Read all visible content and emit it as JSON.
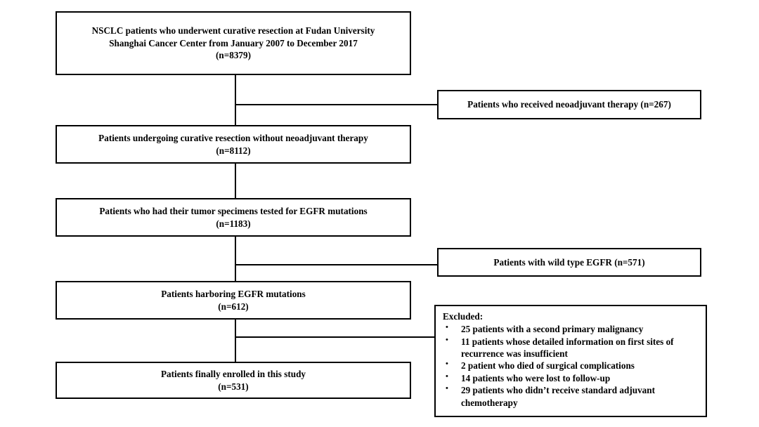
{
  "figure": {
    "type": "flowchart",
    "orientation": "vertical-with-right-exclusions"
  },
  "nodes": {
    "screened": {
      "line1": "NSCLC patients who underwent curative resection at Fudan University",
      "line2": "Shanghai Cancer Center from January 2007 to December 2017",
      "line3": "(n=8379)"
    },
    "no_neoadjuvant": {
      "line1": "Patients undergoing curative resection without neoadjuvant therapy",
      "line2": "(n=8112)"
    },
    "tested": {
      "line1": "Patients who had their tumor specimens tested for EGFR mutations",
      "line2": "(n=1183)"
    },
    "mutations": {
      "line1": "Patients harboring EGFR mutations",
      "line2": "(n=612)"
    },
    "enrolled": {
      "line1": "Patients finally enrolled in this study",
      "line2": "(n=531)"
    }
  },
  "exclusions": {
    "neoadjuvant": {
      "line1": "Patients who received neoadjuvant therapy (n=267)"
    },
    "wildtype": {
      "line1": "Patients with wild type EGFR (n=571)"
    },
    "excluded_box": {
      "title": "Excluded:",
      "items": [
        "25 patients with a second primary malignancy",
        "11 patients whose detailed information on first sites of recurrence was insufficient",
        "2 patient who died of surgical complications",
        "14 patients who were lost to follow-up",
        "29 patients who didn’t receive standard adjuvant chemotherapy"
      ]
    }
  },
  "colors": {
    "border": "#000000",
    "background": "#ffffff",
    "text": "#000000"
  }
}
